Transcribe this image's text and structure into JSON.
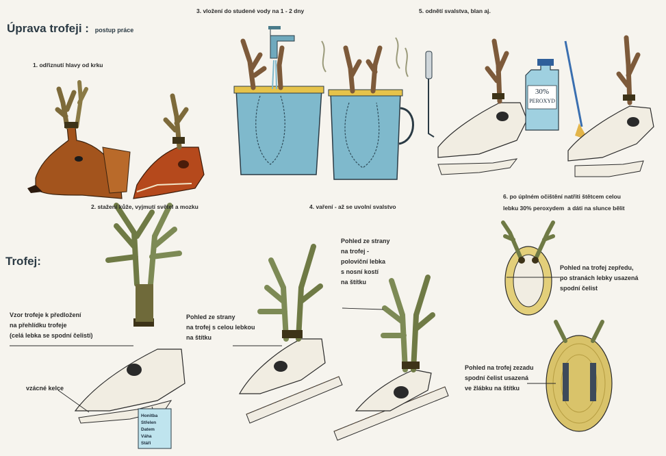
{
  "page": {
    "title": "Úprava trofeji :",
    "title_sub": "postup práce",
    "trophy_heading": "Trofej:"
  },
  "steps": [
    {
      "text": "1. odřiznutí hlavy od krku"
    },
    {
      "text": "2. stažení kůže, vyjmutí světel a mozku"
    },
    {
      "text": "3. vložení do studené vody na 1 - 2 dny"
    },
    {
      "text": "4. vaření - až se uvolní svalstvo"
    },
    {
      "text": "5. odnětí svalstva, blan  aj."
    },
    {
      "text": "6. po úplném očištění natřiti štětcem celou\nlebku 30% peroxydem  a dáti na slunce bělit"
    }
  ],
  "bottle": {
    "label_line1": "30%",
    "label_line2": "PEROXYD"
  },
  "captions": {
    "vzor": "Vzor trofeje k předložení\nna přehlídku trofeje\n(celá lebka se spodní čelistí)",
    "kelce": "vzácné kelce",
    "side_full": "Pohled ze strany\nna trofej s celou lebkou\nna štítku",
    "side_half": "Pohled ze strany\nna trofej -\npoloviční lebka\ns nosní kostí\nna štítku",
    "front": "Pohled na trofej zepředu,\npo stranách lebky usazená\nspodní čelist",
    "back": "Pohled na trofej zezadu\nspodní čelist usazená\nve žlábku na štítku"
  },
  "tag_lines": [
    "Honitba",
    "Střelen",
    "Datem",
    "Váha",
    "Stáři"
  ],
  "colors": {
    "title": "#2b3a44",
    "water": "#7fb9cc",
    "pot_rim": "#e6c34a",
    "antler": "#7d6a3a",
    "fur": "#a3541d",
    "skull": "#f1ede2",
    "plaque": "#d9c36a"
  }
}
